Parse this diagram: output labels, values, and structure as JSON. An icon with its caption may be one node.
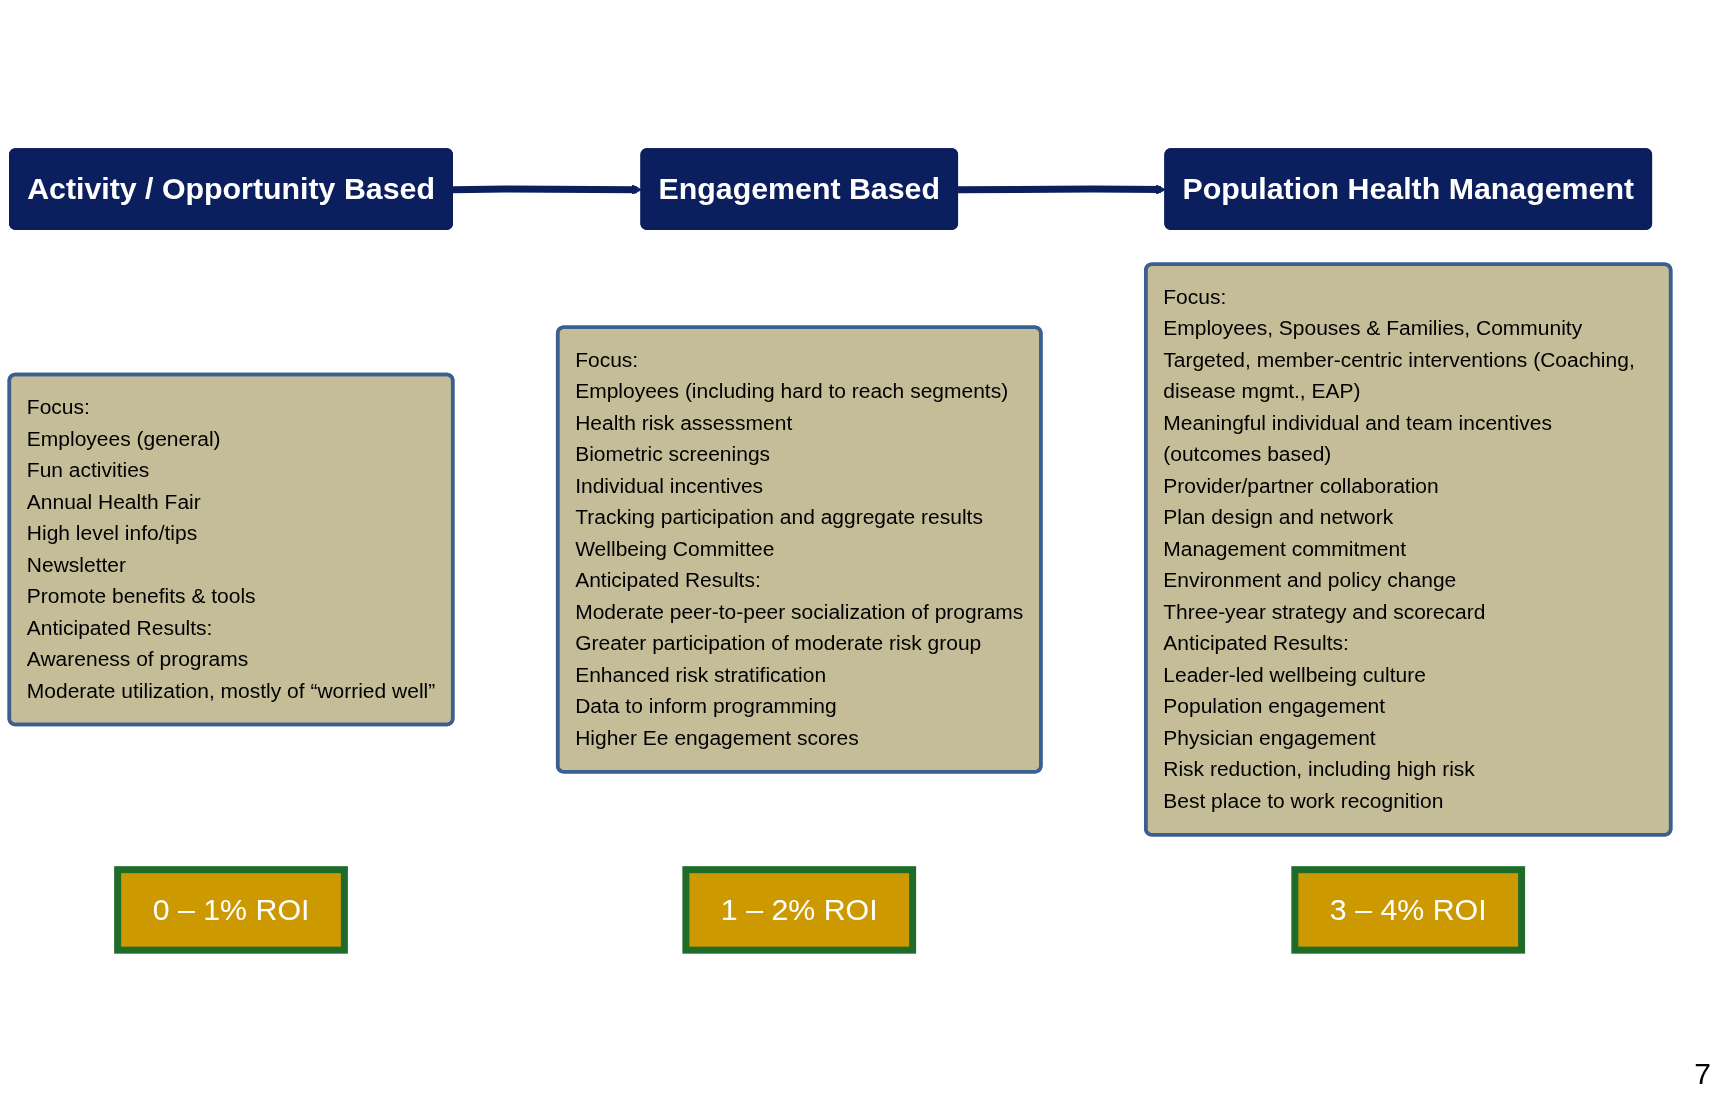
{
  "diagram": {
    "nodes": [
      {
        "text": [
          "Activity / Opportunity Based"
        ]
      },
      {
        "text": [
          "Focus:",
          "Employees (general)",
          "Fun activities",
          "Annual Health Fair",
          "High level info/tips",
          "Newsletter",
          "Promote benefits & tools",
          "Anticipated Results:",
          "Awareness of programs",
          "Moderate utilization, mostly of “worried well”"
        ]
      },
      {
        "text": [
          "0 – 1% ROI"
        ]
      },
      {
        "text": [
          "Engagement Based"
        ]
      },
      {
        "text": [
          "Focus:",
          "Employees (including hard to reach segments)",
          "Health risk assessment",
          "Biometric screenings",
          "Individual incentives",
          "Tracking participation and aggregate results",
          "Wellbeing Committee",
          "Anticipated Results:",
          "Moderate peer-to-peer socialization of programs",
          "Greater participation of moderate risk group",
          "Enhanced risk stratification",
          "Data to inform programming",
          "Higher Ee engagement scores"
        ]
      },
      {
        "text": [
          "1 – 2% ROI"
        ]
      },
      {
        "text": [
          "Population Health Management"
        ]
      },
      {
        "text": [
          "Focus:",
          "Employees, Spouses & Families, Community",
          "Targeted, member-centric interventions (Coaching, disease mgmt., EAP)",
          "Meaningful individual and team incentives (outcomes based)",
          "Provider/partner collaboration",
          "Plan design and network",
          "Management commitment",
          "Environment and policy change",
          "Three-year strategy and scorecard",
          "Anticipated Results:",
          "Leader-led wellbeing culture",
          "Population engagement",
          "Physician engagement",
          "Risk reduction, including high risk",
          "Best place to work recognition"
        ]
      },
      {
        "text": [
          "3 – 4% ROI"
        ]
      }
    ],
    "edges": [
      {
        "from": 0,
        "to": 3,
        "arrow": "to"
      },
      {
        "from": 3,
        "to": 6,
        "arrow": "to"
      }
    ],
    "labels": [
      "7"
    ]
  }
}
